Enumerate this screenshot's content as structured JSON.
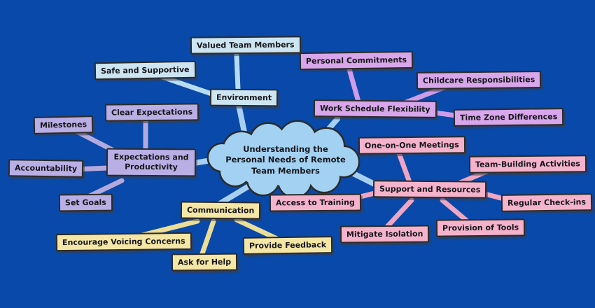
{
  "title": "Remote team needs mind map",
  "center_topic": {
    "label": "Understanding the Personal Needs of Remote Team Members"
  },
  "branches": [
    {
      "label": "Environment",
      "children": [
        "Valued Team Members",
        "Safe and Supportive"
      ]
    },
    {
      "label": "Work Schedule Flexibility",
      "children": [
        "Personal Commitments",
        "Childcare Responsibilities",
        "Time Zone Differences"
      ]
    },
    {
      "label": "Expectations and Productivity",
      "children": [
        "Clear Expectations",
        "Milestones",
        "Accountability",
        "Set Goals"
      ]
    },
    {
      "label": "Support and Resources",
      "children": [
        "One-on-One Meetings",
        "Team-Building Activities",
        "Regular Check-ins",
        "Provision of Tools",
        "Mitigate Isolation",
        "Access to Training"
      ]
    },
    {
      "label": "Communication",
      "children": [
        "Encourage Voicing Concerns",
        "Ask for Help",
        "Provide Feedback"
      ]
    }
  ],
  "colors": {
    "background": "#0849a9",
    "cloud_fill": "#a3d1f2",
    "cloud_border": "#2b2b2b",
    "trunk_line": "#a9cff0",
    "environment": "#cde5f1",
    "environment_line": "#b8dcf0",
    "work_schedule": "#d8a6ea",
    "work_schedule_line": "#cf9ce6",
    "expectations": "#b9afe4",
    "expectations_line": "#b3a9dd",
    "support": "#f4b3cb",
    "support_line": "#efa6c2",
    "communication": "#f4e7a6",
    "communication_line": "#ecdd97"
  }
}
